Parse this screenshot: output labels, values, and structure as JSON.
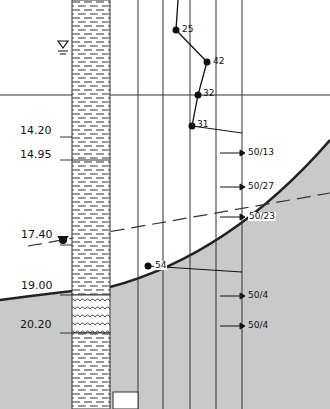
{
  "diagram": {
    "labels": [
      "25",
      "42",
      "32",
      "31",
      "14.20",
      "14.95",
      "50/13",
      "50/27",
      "50/23",
      "17.40",
      "54",
      "19.00",
      "50/4",
      "20.20",
      "50/4"
    ]
  }
}
